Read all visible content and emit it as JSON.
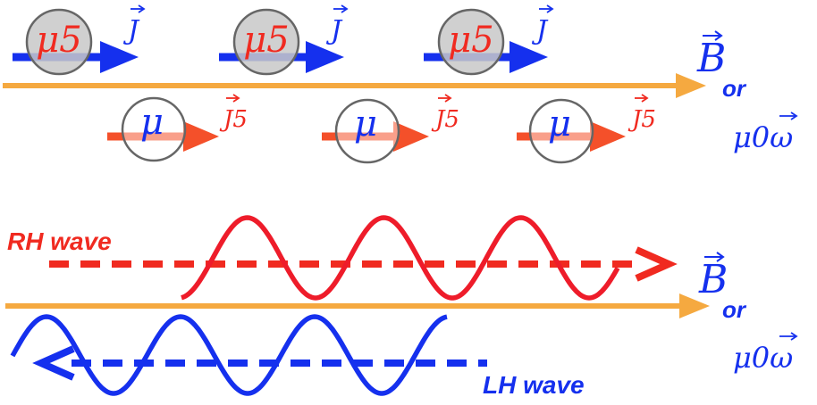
{
  "colors": {
    "axis": "#f5a940",
    "blue": "#1530ee",
    "red": "#f02a20",
    "red_arrow": "#f4502a",
    "gray_fill": "#c8c8c8",
    "gray_stroke": "#666666"
  },
  "top": {
    "chiral_chem_label": "μ5",
    "chiral_current_label": "J",
    "chem_label": "μ",
    "axial_current_label": "J5",
    "field_label": "B",
    "or_label": "or",
    "vorticity_label": "μ0ω"
  },
  "bottom": {
    "rh_label": "RH wave",
    "lh_label": "LH wave",
    "field_label": "B",
    "or_label": "or",
    "vorticity_label": "μ0ω"
  }
}
